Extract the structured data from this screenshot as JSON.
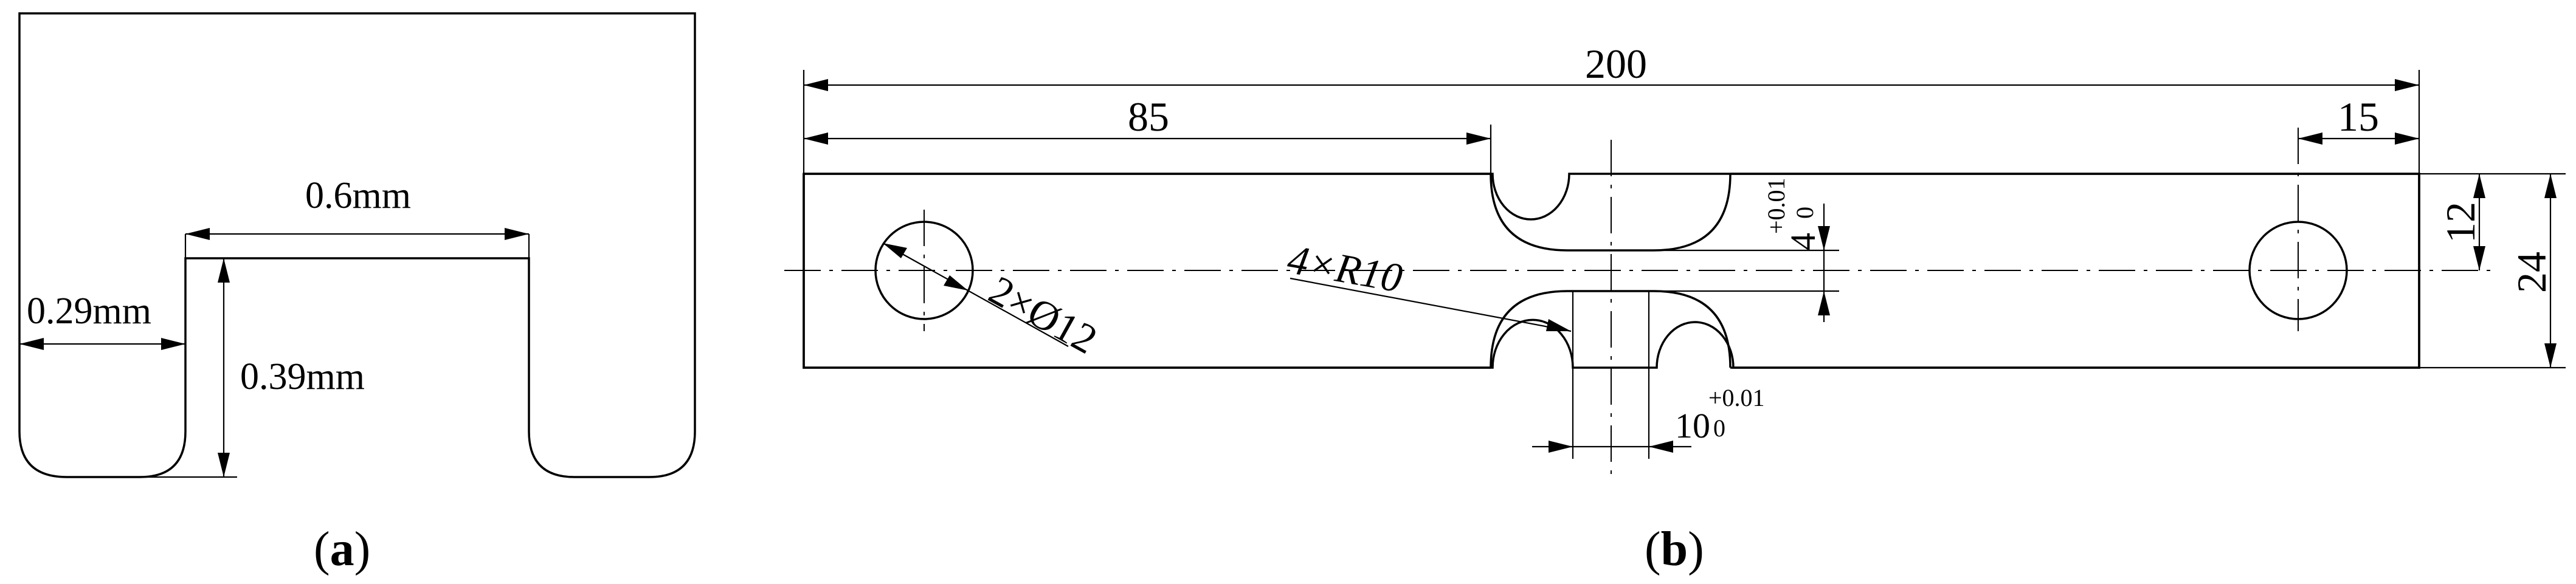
{
  "panel_a": {
    "width_label": "0.6mm",
    "depth_label": "0.39mm",
    "side_label": "0.29mm",
    "caption_open": "(",
    "caption_letter": "a",
    "caption_close": ")"
  },
  "panel_b": {
    "overall_length": "200",
    "hole_offset": "85",
    "edge_offset": "15",
    "half_width": "12",
    "total_width": "24",
    "holes_label": "2×Ø12",
    "radius_label": "4×R10",
    "neck_width_value": "4",
    "neck_width_upper": "+0.01",
    "neck_width_lower": "0",
    "gap_value": "10",
    "gap_upper": "+0.01",
    "gap_lower": "0",
    "caption_open": "(",
    "caption_letter": "b",
    "caption_close": ")"
  }
}
